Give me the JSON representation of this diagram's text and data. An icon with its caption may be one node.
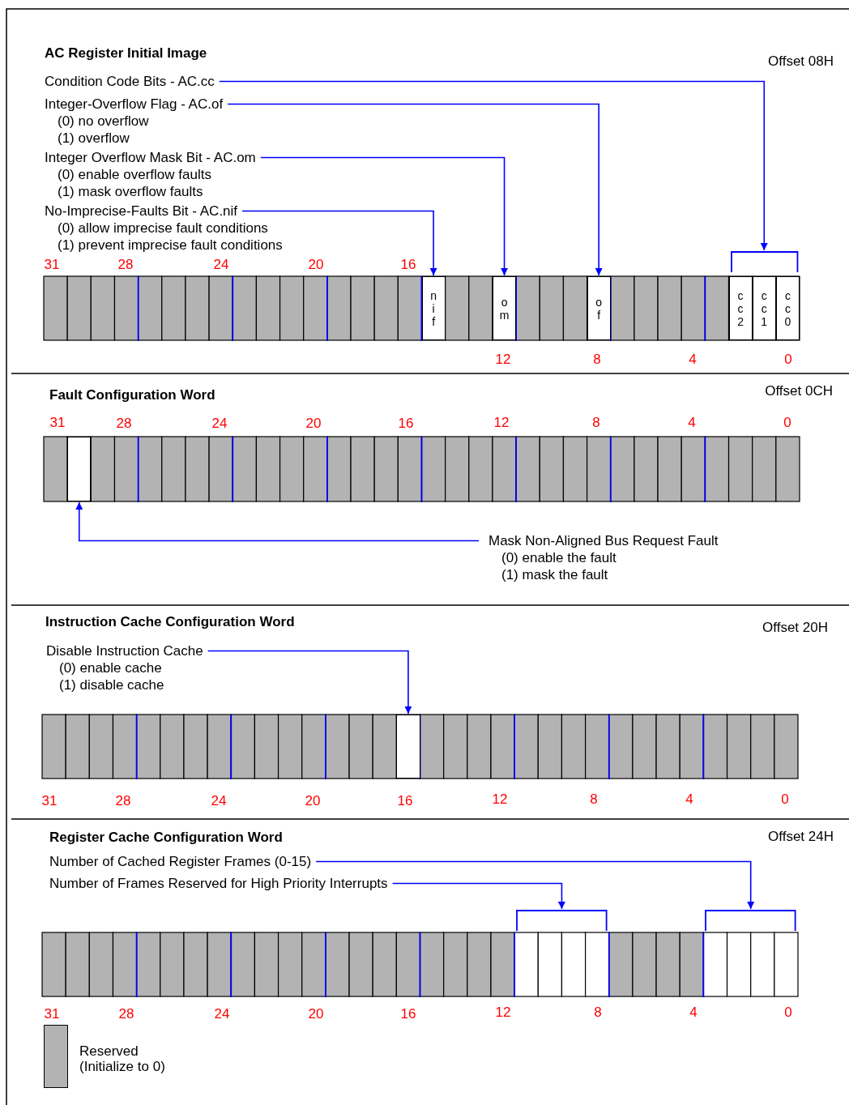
{
  "diagram": {
    "nodes": [
      {
        "text": [
          "Condition Code Bits - AC.cc"
        ]
      },
      {
        "text": [
          "Integer-Overflow Flag - AC.of",
          "(0) no overflow",
          "(1) overflow"
        ]
      },
      {
        "text": [
          "Integer Overflow Mask Bit - AC.om",
          "(0) enable overflow faults",
          "(1) mask overflow faults"
        ]
      },
      {
        "text": [
          "No-Imprecise-Faults Bit - AC.nif",
          "(0) allow imprecise fault conditions",
          "(1) prevent imprecise fault conditions"
        ]
      },
      {
        "text": [
          "nif"
        ]
      },
      {
        "text": [
          "om"
        ]
      },
      {
        "text": [
          "of"
        ]
      },
      {
        "text": [],
        "shape": "box"
      },
      {
        "text": [
          "cc2"
        ],
        "in": 7
      },
      {
        "text": [
          "cc1"
        ],
        "in": 7
      },
      {
        "text": [
          "cc0"
        ],
        "in": 7
      },
      {
        "text": [],
        "shape": "box"
      },
      {
        "text": [
          "Mask Non-Aligned Bus Request Fault",
          "(0) enable the fault",
          "(1) mask the fault"
        ]
      },
      {
        "text": [
          "Disable Instruction Cache",
          "(0) enable cache",
          "(1) disable cache"
        ]
      },
      {
        "text": [],
        "shape": "box"
      },
      {
        "text": [
          "Number of Cached Register Frames (0-15)"
        ]
      },
      {
        "text": [
          "Number of Frames Reserved for High Priority Interrupts"
        ]
      },
      {
        "text": [],
        "shape": "box"
      },
      {
        "text": [],
        "shape": "box"
      }
    ],
    "edges": [
      {
        "from": 0,
        "to": 7,
        "arrow": "to"
      },
      {
        "from": 1,
        "to": 6,
        "arrow": "to"
      },
      {
        "from": 2,
        "to": 5,
        "arrow": "to"
      },
      {
        "from": 3,
        "to": 4,
        "arrow": "to"
      },
      {
        "from": 12,
        "to": 11,
        "arrow": "to"
      },
      {
        "from": 13,
        "to": 14,
        "arrow": "to"
      },
      {
        "from": 15,
        "to": 18,
        "arrow": "to"
      },
      {
        "from": 16,
        "to": 17,
        "arrow": "to"
      }
    ],
    "labels": [
      "AC Register Initial Image",
      "Offset 08H",
      "31",
      "28",
      "24",
      "20",
      "16",
      "12",
      "8",
      "4",
      "0",
      "Fault Configuration Word",
      "Offset 0CH",
      "31",
      "28",
      "24",
      "20",
      "16",
      "12",
      "8",
      "4",
      "0",
      "Instruction Cache Configuration Word",
      "Offset 20H",
      "31",
      "28",
      "24",
      "20",
      "16",
      "12",
      "8",
      "4",
      "0",
      "Register Cache Configuration Word",
      "Offset 24H",
      "31",
      "28",
      "24",
      "20",
      "16",
      "12",
      "8",
      "4",
      "0"
    ],
    "legend": [
      {
        "text": "Reserved (Initialize to 0)",
        "color": "#b3b3b3"
      }
    ]
  }
}
